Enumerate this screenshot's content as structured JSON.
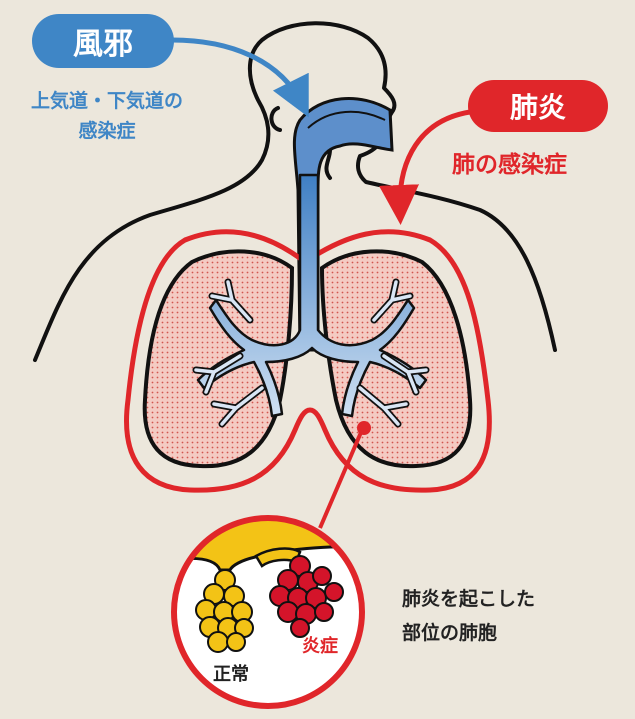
{
  "cold": {
    "label": "風邪",
    "description_line1": "上気道・下気道の",
    "description_line2": "感染症"
  },
  "pneumonia": {
    "label": "肺炎",
    "description": "肺の感染症"
  },
  "inset": {
    "site_line1": "肺炎を起こした",
    "site_line2": "部位の肺胞",
    "normal_label": "正常",
    "inflamed_label": "炎症"
  },
  "colors": {
    "background": "#ece7dc",
    "cold_blue": "#3f86c6",
    "pneumonia_red": "#e0262a",
    "lung_fill": "#f4c8c0",
    "airway_blue": "#8fb3dc",
    "alveoli_yellow": "#f3c316"
  }
}
